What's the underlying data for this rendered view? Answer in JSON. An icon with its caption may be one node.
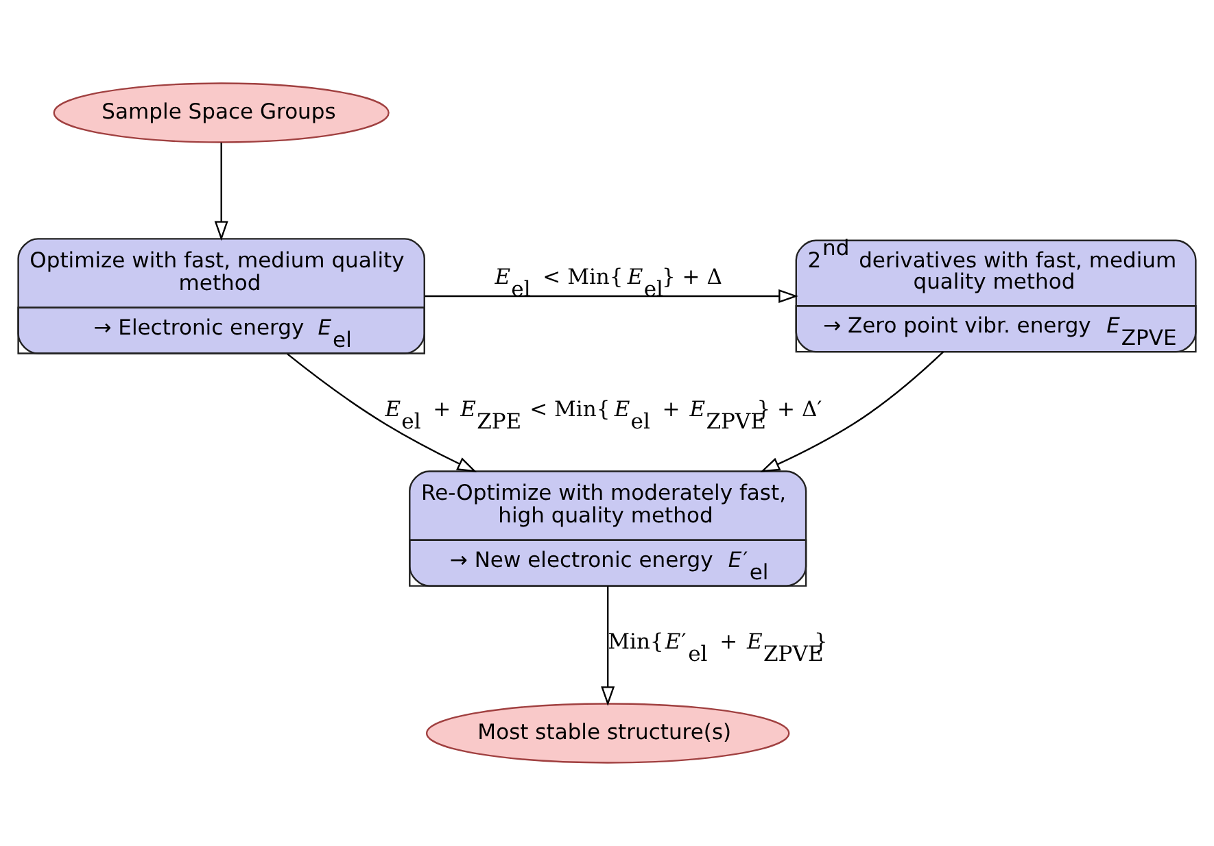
{
  "diagram": {
    "nodes": [
      {
        "text": [
          "Sample Space Groups"
        ]
      },
      {
        "text": [
          "Optimize with fast, medium quality method",
          "→ Electronic energy *E*$_{el}$"
        ]
      },
      {
        "text": [
          "2$^{nd}$ derivatives with fast, medium quality method",
          "→ Zero point vibr. energy *E*$_{ZPVE}$"
        ]
      },
      {
        "text": [
          "Re-Optimize with moderately fast, high quality method",
          "→ New electronic energy *E*′$_{el}$"
        ]
      },
      {
        "text": [
          "Most stable structure(s)"
        ]
      }
    ],
    "edges": [
      {
        "from": 0,
        "to": 1,
        "arrow": "to"
      },
      {
        "from": 1,
        "to": 2,
        "arrow": "to",
        "label": "*E*$_{el}$ < Min{*E*$_{el}$} + Δ"
      },
      {
        "from": 1,
        "to": 3,
        "arrow": "to",
        "label": "*E*$_{el}$ + *E*$_{ZPE}$ < Min{*E*$_{el}$ + *E*$_{ZPVE}$} + Δ′"
      },
      {
        "from": 2,
        "to": 3,
        "arrow": "to"
      },
      {
        "from": 3,
        "to": 4,
        "arrow": "to",
        "label": "Min{*E*′$_{el}$ + *E*$_{ZPVE}$}"
      }
    ]
  }
}
